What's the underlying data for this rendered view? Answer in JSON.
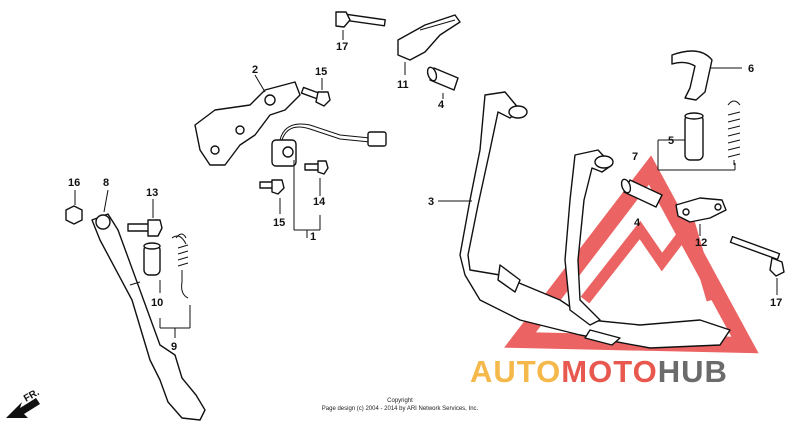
{
  "callouts": {
    "c1": "1",
    "c2": "2",
    "c3": "3",
    "c4a": "4",
    "c4b": "4",
    "c5": "5",
    "c6": "6",
    "c7": "7",
    "c8": "8",
    "c9": "9",
    "c10": "10",
    "c11": "11",
    "c12": "12",
    "c13": "13",
    "c14": "14",
    "c15a": "15",
    "c15b": "15",
    "c16": "16",
    "c17a": "17",
    "c17b": "17"
  },
  "direction_label": "FR.",
  "copyright": {
    "line1": "Copyright",
    "line2": "Page design (c) 2004 - 2014 by ARI Network Services, Inc."
  },
  "watermark": {
    "part1": "AUTO",
    "part2": "MOTO",
    "part3": "HUB",
    "colors": {
      "auto": "#f5b84a",
      "moto": "#e8584e",
      "hub": "#6b6b6b",
      "logo": "#e84a48"
    }
  }
}
